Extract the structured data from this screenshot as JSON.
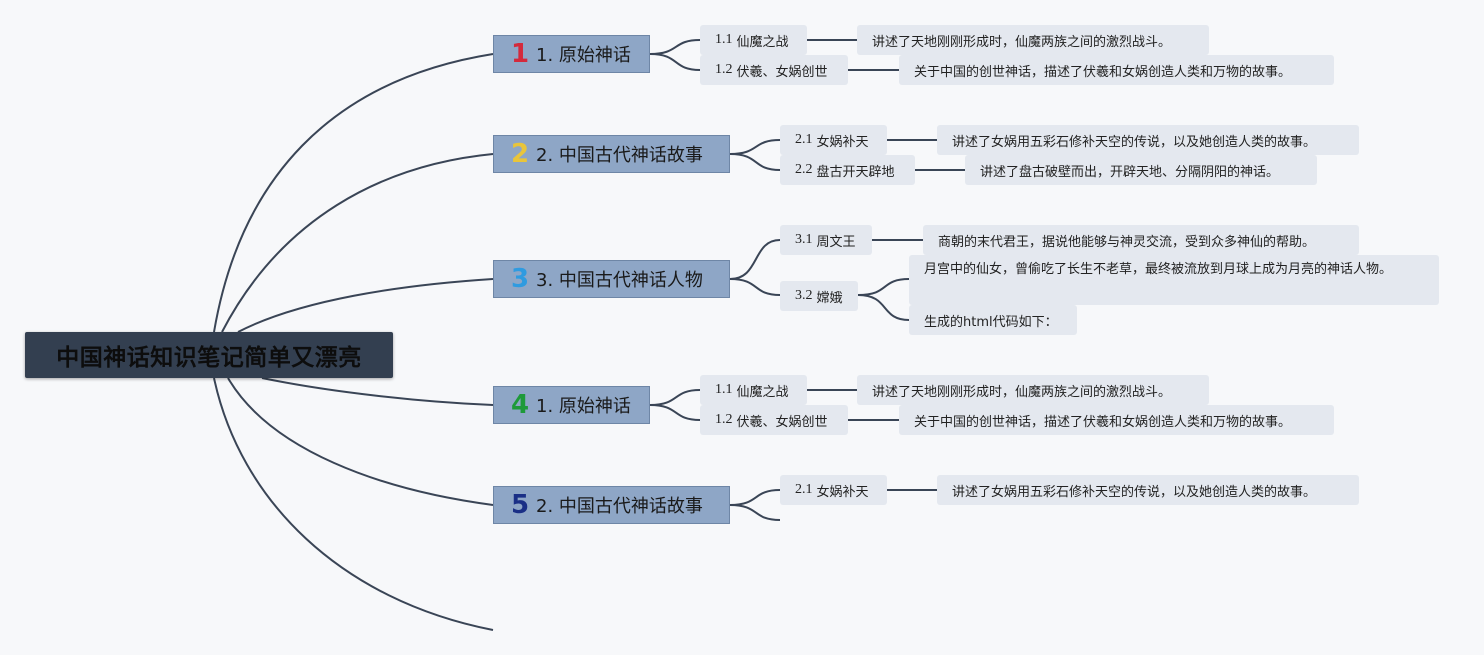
{
  "root": {
    "label": "中国神话知识笔记简单又漂亮"
  },
  "colors": {
    "edge": "#3a4556",
    "topic_bg": "#8ea6c6",
    "node_bg": "#e4e8ef",
    "root_bg": "#333f50"
  },
  "topics": [
    {
      "number": "1",
      "number_color": "#d42a3c",
      "label": "1. 原始神话",
      "subs": [
        {
          "code": "1.1",
          "label": "仙魔之战",
          "desc": "讲述了天地刚刚形成时，仙魔两族之间的激烈战斗。"
        },
        {
          "code": "1.2",
          "label": "伏羲、女娲创世",
          "desc": "关于中国的创世神话，描述了伏羲和女娲创造人类和万物的故事。"
        }
      ]
    },
    {
      "number": "2",
      "number_color": "#e9c53a",
      "label": "2. 中国古代神话故事",
      "subs": [
        {
          "code": "2.1",
          "label": "女娲补天",
          "desc": "讲述了女娲用五彩石修补天空的传说，以及她创造人类的故事。"
        },
        {
          "code": "2.2",
          "label": "盘古开天辟地",
          "desc": "讲述了盘古破壁而出，开辟天地、分隔阴阳的神话。"
        }
      ]
    },
    {
      "number": "3",
      "number_color": "#2f9be0",
      "label": "3. 中国古代神话人物",
      "subs": [
        {
          "code": "3.1",
          "label": "周文王",
          "desc": "商朝的末代君王，据说他能够与神灵交流，受到众多神仙的帮助。"
        },
        {
          "code": "3.2",
          "label": "嫦娥",
          "desc": "月宫中的仙女，曾偷吃了长生不老草，最终被流放到月球上成为月亮的神话人物。",
          "desc2": "生成的html代码如下："
        }
      ]
    },
    {
      "number": "4",
      "number_color": "#1e9a3a",
      "label": "1. 原始神话",
      "subs": [
        {
          "code": "1.1",
          "label": "仙魔之战",
          "desc": "讲述了天地刚刚形成时，仙魔两族之间的激烈战斗。"
        },
        {
          "code": "1.2",
          "label": "伏羲、女娲创世",
          "desc": "关于中国的创世神话，描述了伏羲和女娲创造人类和万物的故事。"
        }
      ]
    },
    {
      "number": "5",
      "number_color": "#1a2f86",
      "label": "2. 中国古代神话故事",
      "subs": [
        {
          "code": "2.1",
          "label": "女娲补天",
          "desc": "讲述了女娲用五彩石修补天空的传说，以及她创造人类的故事。"
        }
      ]
    }
  ]
}
